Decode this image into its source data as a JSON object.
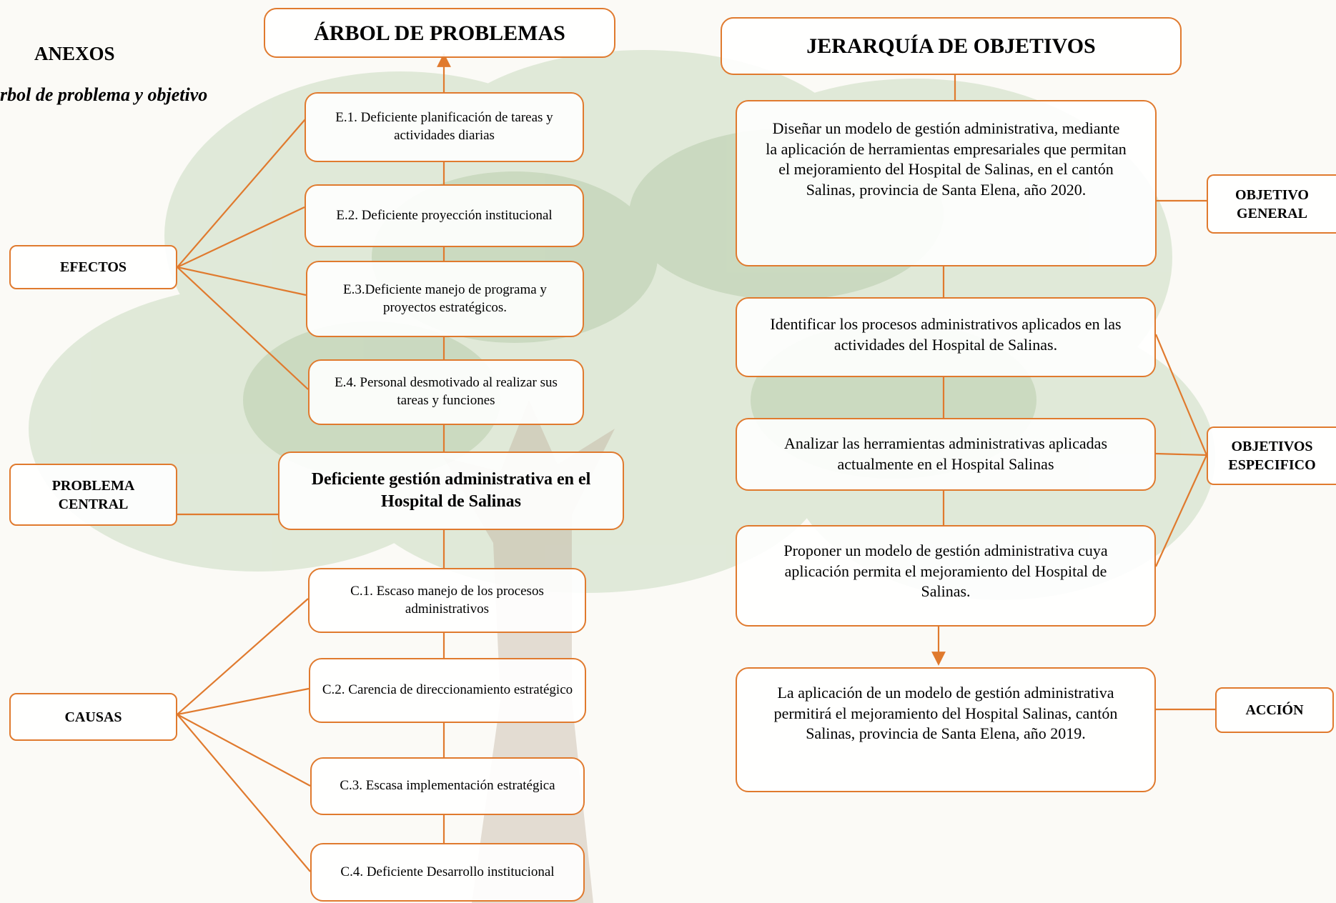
{
  "header": {
    "anexos": "ANEXOS",
    "subtitle": "rbol de problema y objetivo"
  },
  "problem_tree": {
    "title": "ÁRBOL DE PROBLEMAS",
    "effects_label": "EFECTOS",
    "effects": [
      "E.1. Deficiente planificación de tareas y actividades diarias",
      "E.2. Deficiente proyección institucional",
      "E.3.Deficiente manejo de programa y proyectos estratégicos.",
      "E.4. Personal desmotivado al realizar sus tareas y funciones"
    ],
    "central_label": "PROBLEMA CENTRAL",
    "central_problem": "Deficiente gestión administrativa en el Hospital de Salinas",
    "causes_label": "CAUSAS",
    "causes": [
      "C.1. Escaso manejo de los procesos administrativos",
      "C.2. Carencia de direccionamiento estratégico",
      "C.3. Escasa implementación estratégica",
      "C.4. Deficiente Desarrollo institucional"
    ]
  },
  "objectives": {
    "title": "JERARQUÍA DE OBJETIVOS",
    "general_label": "OBJETIVO GENERAL",
    "general": "Diseñar un modelo de gestión administrativa, mediante la aplicación de herramientas empresariales que permitan el mejoramiento del Hospital de Salinas, en el cantón Salinas, provincia de Santa Elena, año 2020.",
    "specific_label": "OBJETIVOS ESPECIFICO",
    "specific": [
      "Identificar los procesos administrativos aplicados en las actividades del Hospital de Salinas.",
      "Analizar las herramientas administrativas aplicadas actualmente en el Hospital Salinas",
      "Proponer un modelo de gestión administrativa cuya aplicación permita el mejoramiento del Hospital de Salinas."
    ],
    "action_label": "ACCIÓN",
    "action": "La aplicación de un modelo de gestión administrativa permitirá el mejoramiento del Hospital Salinas, cantón Salinas, provincia de Santa Elena, año 2019."
  },
  "colors": {
    "connector": "#e07a2e",
    "tree_foliage": "#a9c79a",
    "tree_trunk": "#b8a48e"
  }
}
